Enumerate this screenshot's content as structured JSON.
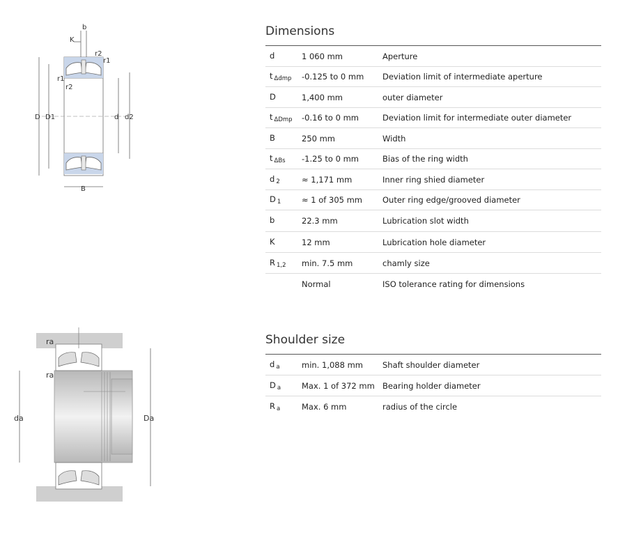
{
  "top_diagram": {
    "labels": {
      "b": "b",
      "K": "K",
      "r2_top": "r2",
      "r1_right": "r1",
      "r1_left": "r1",
      "r2_inner": "r2",
      "D": "D",
      "D1": "D1",
      "d": "d",
      "d2": "d2",
      "B": "B"
    }
  },
  "bottom_diagram": {
    "labels": {
      "ra_top": "ra",
      "ra_mid": "ra",
      "da": "da",
      "Da": "Da"
    }
  },
  "dimensions": {
    "title": "Dimensions",
    "rows": [
      {
        "sym": "d",
        "sub": "",
        "value": "1 060 mm",
        "desc": "Aperture"
      },
      {
        "sym": "t",
        "sub": "Δdmp",
        "value": "-0.125 to 0 mm",
        "desc": "Deviation limit of intermediate aperture"
      },
      {
        "sym": "D",
        "sub": "",
        "value": "1,400 mm",
        "desc": "outer diameter"
      },
      {
        "sym": "t",
        "sub": "ΔDmp",
        "value": "-0.16 to 0 mm",
        "desc": "Deviation limit for intermediate outer diameter"
      },
      {
        "sym": "B",
        "sub": "",
        "value": "250 mm",
        "desc": "Width"
      },
      {
        "sym": "t",
        "sub": "ΔBs",
        "value": "-1.25 to 0 mm",
        "desc": "Bias of the ring width"
      },
      {
        "sym": "d",
        "sub": "2",
        "value": "≈ 1,171 mm",
        "desc": "Inner ring shied diameter"
      },
      {
        "sym": "D",
        "sub": "1",
        "value": "≈ 1 of 305 mm",
        "desc": "Outer ring edge/grooved diameter"
      },
      {
        "sym": "b",
        "sub": "",
        "value": "22.3 mm",
        "desc": "Lubrication slot width"
      },
      {
        "sym": "K",
        "sub": "",
        "value": "12 mm",
        "desc": "Lubrication hole diameter"
      },
      {
        "sym": "R",
        "sub": "1,2",
        "value": "min. 7.5 mm",
        "desc": "chamly size"
      },
      {
        "sym": "",
        "sub": "",
        "value": "Normal",
        "desc": "ISO tolerance rating for dimensions"
      }
    ]
  },
  "shoulder": {
    "title": "Shoulder size",
    "rows": [
      {
        "sym": "d",
        "sub": "a",
        "value": "min. 1,088 mm",
        "desc": "Shaft shoulder diameter"
      },
      {
        "sym": "D",
        "sub": "a",
        "value": "Max. 1 of 372 mm",
        "desc": "Bearing holder diameter"
      },
      {
        "sym": "R",
        "sub": "a",
        "value": "Max. 6 mm",
        "desc": "radius of the circle"
      }
    ]
  }
}
